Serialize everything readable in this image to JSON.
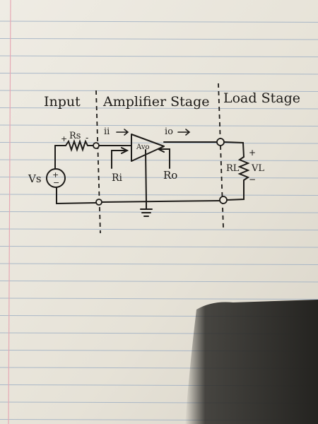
{
  "diagram": {
    "sections": {
      "input": "Input",
      "amplifier": "Amplifier Stage",
      "load": "Load Stage"
    },
    "components": {
      "source": "Vs",
      "source_resistor": "Rs",
      "source_resistor_plus": "+",
      "source_resistor_minus": "-",
      "input_current": "ii",
      "output_current": "io",
      "amplifier_gain": "Avo",
      "input_resistance": "Ri",
      "output_resistance": "Ro",
      "load_resistor": "RL",
      "load_voltage": "VL",
      "load_plus": "+",
      "load_minus": "−"
    }
  },
  "colors": {
    "paper": "#ebe7dc",
    "rule_line": "#9fb0c4",
    "margin_line": "#e6a8b4",
    "ink": "#1d1b18",
    "shadow": "#2b2a27"
  }
}
